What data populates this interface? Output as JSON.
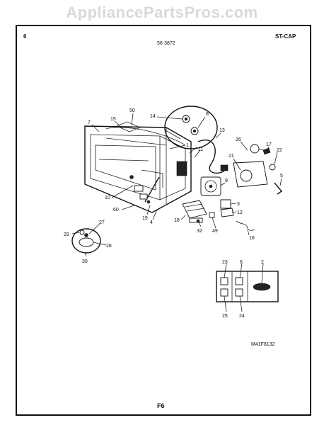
{
  "watermark": "AppliancePartsPros.com",
  "header": {
    "page_number": "6",
    "doc_number": "56-3872",
    "model_code": "ST-CAP"
  },
  "diagram_code": "M41F8132",
  "footer_page": "F6",
  "callouts": [
    "7",
    "15",
    "50",
    "14",
    "8",
    "13",
    "26",
    "17",
    "22",
    "21",
    "5",
    "1",
    "11",
    "9",
    "10",
    "60",
    "19",
    "4",
    "18",
    "32",
    "49",
    "3",
    "12",
    "16",
    "27",
    "29",
    "28",
    "30",
    "23",
    "6",
    "2",
    "25",
    "24"
  ]
}
